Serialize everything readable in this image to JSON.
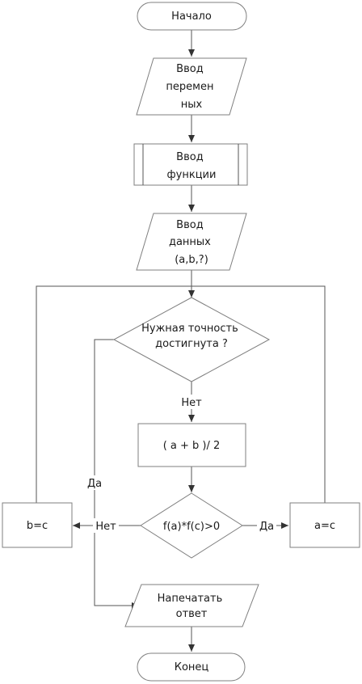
{
  "diagram": {
    "start": "Начало",
    "input_vars": [
      "Ввод",
      "перемен",
      "ных"
    ],
    "input_func": [
      "Ввод",
      "функции"
    ],
    "input_data": [
      "Ввод",
      "данных",
      "(a,b,?)"
    ],
    "condition_precision": [
      "Нужная точность",
      "достигнута ?"
    ],
    "label_no_top": "Нет",
    "label_yes_left": "Да",
    "midpoint": "( a + b )/ 2",
    "condition_sign": "f(a)*f(c)>0",
    "label_no_left": "Нет",
    "label_yes_right": "Да",
    "assign_b": "b=c",
    "assign_a": "a=c",
    "print": [
      "Напечатать",
      "ответ"
    ],
    "end": "Конец"
  }
}
